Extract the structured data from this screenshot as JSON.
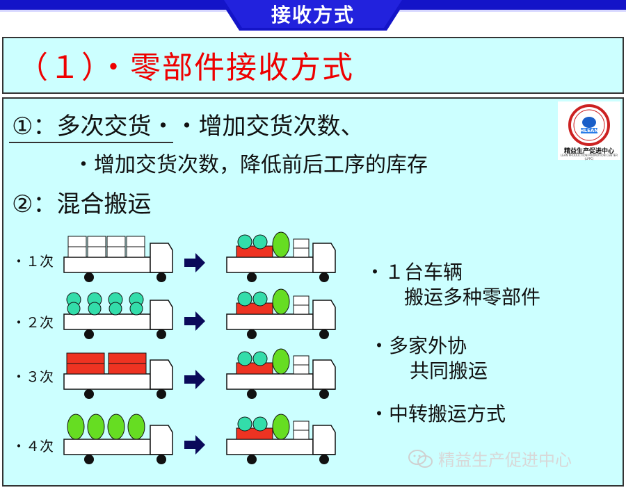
{
  "header": {
    "title": "接收方式"
  },
  "section": {
    "title": "（１）・零部件接收方式"
  },
  "content": {
    "item1": "①：多次交货・・增加交货次数、",
    "item1_detail": "・增加交货次数，降低前后工序的库存",
    "item2": "②：混合搬运",
    "rows": [
      {
        "label": "・１次"
      },
      {
        "label": "・２次"
      },
      {
        "label": "・３次"
      },
      {
        "label": "・４次"
      }
    ],
    "benefits": [
      "・１台车辆",
      "搬运多种零部件",
      "・多家外协",
      "共同搬运",
      "・中转搬运方式"
    ]
  },
  "logo": {
    "name": "精益生产促进中心",
    "sub": "LEAN PRODUCTION PROMOTION CENTER (LPPC)",
    "ring_text": "HLEAN"
  },
  "watermark": {
    "text": "精益生产促进中心"
  },
  "colors": {
    "accent_blue": "#1414c8",
    "panel_bg": "#ccffff",
    "title_red": "#ee0000",
    "box_red": "#ee3322",
    "teal": "#33ddaa",
    "green": "#66dd22",
    "arrow": "#0a0a5a"
  }
}
